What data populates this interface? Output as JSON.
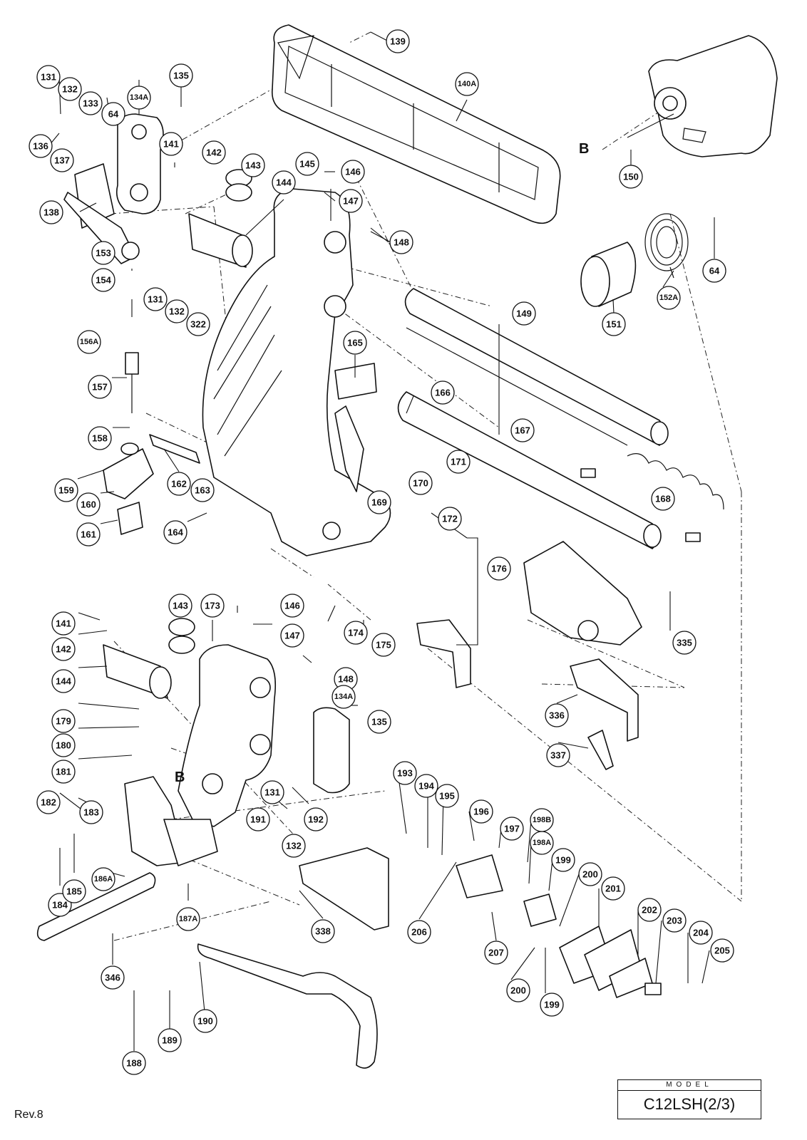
{
  "diagram": {
    "reference_letter": "B",
    "part_numbers": [
      "131",
      "132",
      "133",
      "134A",
      "135",
      "136",
      "137",
      "138",
      "139",
      "140A",
      "141",
      "142",
      "143",
      "144",
      "145",
      "146",
      "147",
      "148",
      "149",
      "150",
      "151",
      "152A",
      "153",
      "154",
      "156A",
      "157",
      "158",
      "159",
      "160",
      "161",
      "162",
      "163",
      "164",
      "165",
      "166",
      "167",
      "168",
      "169",
      "170",
      "171",
      "172",
      "173",
      "174",
      "175",
      "176",
      "179",
      "180",
      "181",
      "182",
      "183",
      "184",
      "185",
      "186A",
      "187A",
      "188",
      "189",
      "190",
      "191",
      "192",
      "193",
      "194",
      "195",
      "196",
      "197",
      "198A",
      "198B",
      "199",
      "200",
      "201",
      "202",
      "203",
      "204",
      "205",
      "206",
      "207",
      "322",
      "335",
      "336",
      "337",
      "338",
      "346",
      "64"
    ]
  },
  "footer": {
    "revision": "Rev.8",
    "model_caption": "MODEL",
    "model_name": "C12LSH(2/3)"
  }
}
